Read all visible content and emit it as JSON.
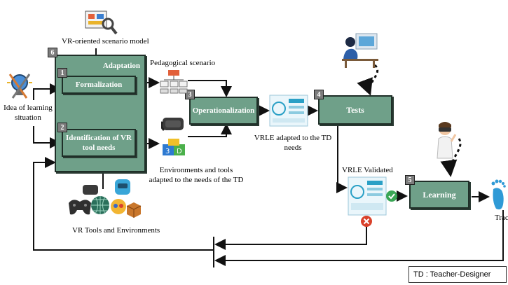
{
  "title_label": "VR-oriented scenario model",
  "adaptation": {
    "label": "Adaptation",
    "number": "6"
  },
  "steps": [
    {
      "number": "1",
      "label": "Formalization"
    },
    {
      "number": "2",
      "label_line1": "Identification of VR",
      "label_line2": "tool needs"
    },
    {
      "number": "3",
      "label": "Operationalization"
    },
    {
      "number": "4",
      "label": "Tests"
    },
    {
      "number": "5",
      "label": "Learning"
    }
  ],
  "labels": {
    "idea_line1": "Idea of learning",
    "idea_line2": "situation",
    "pedagogical": "Pedagogical scenario",
    "env_line1": "Environments and tools",
    "env_line2": "adapted to the needs of the TD",
    "vrle_adapted_line1": "VRLE adapted to the TD",
    "vrle_adapted_line2": "needs",
    "vrle_validated": "VRLE Validated",
    "vr_tools": "VR Tools and Environments",
    "traces": "Trac"
  },
  "legend": "TD : Teacher-Designer",
  "icons": [
    "tools-icon",
    "lightbulb-icon",
    "flowchart-icon",
    "vr-headset-icon",
    "cubes-icon",
    "gamepad-icon",
    "screen-icon",
    "developer-icon",
    "learner-vr-icon",
    "check-icon",
    "cross-icon",
    "footprint-icon"
  ],
  "colors": {
    "box": "#6fa089",
    "check": "#3aa655",
    "cross": "#d9412b",
    "screen": "#2aa0c6"
  }
}
